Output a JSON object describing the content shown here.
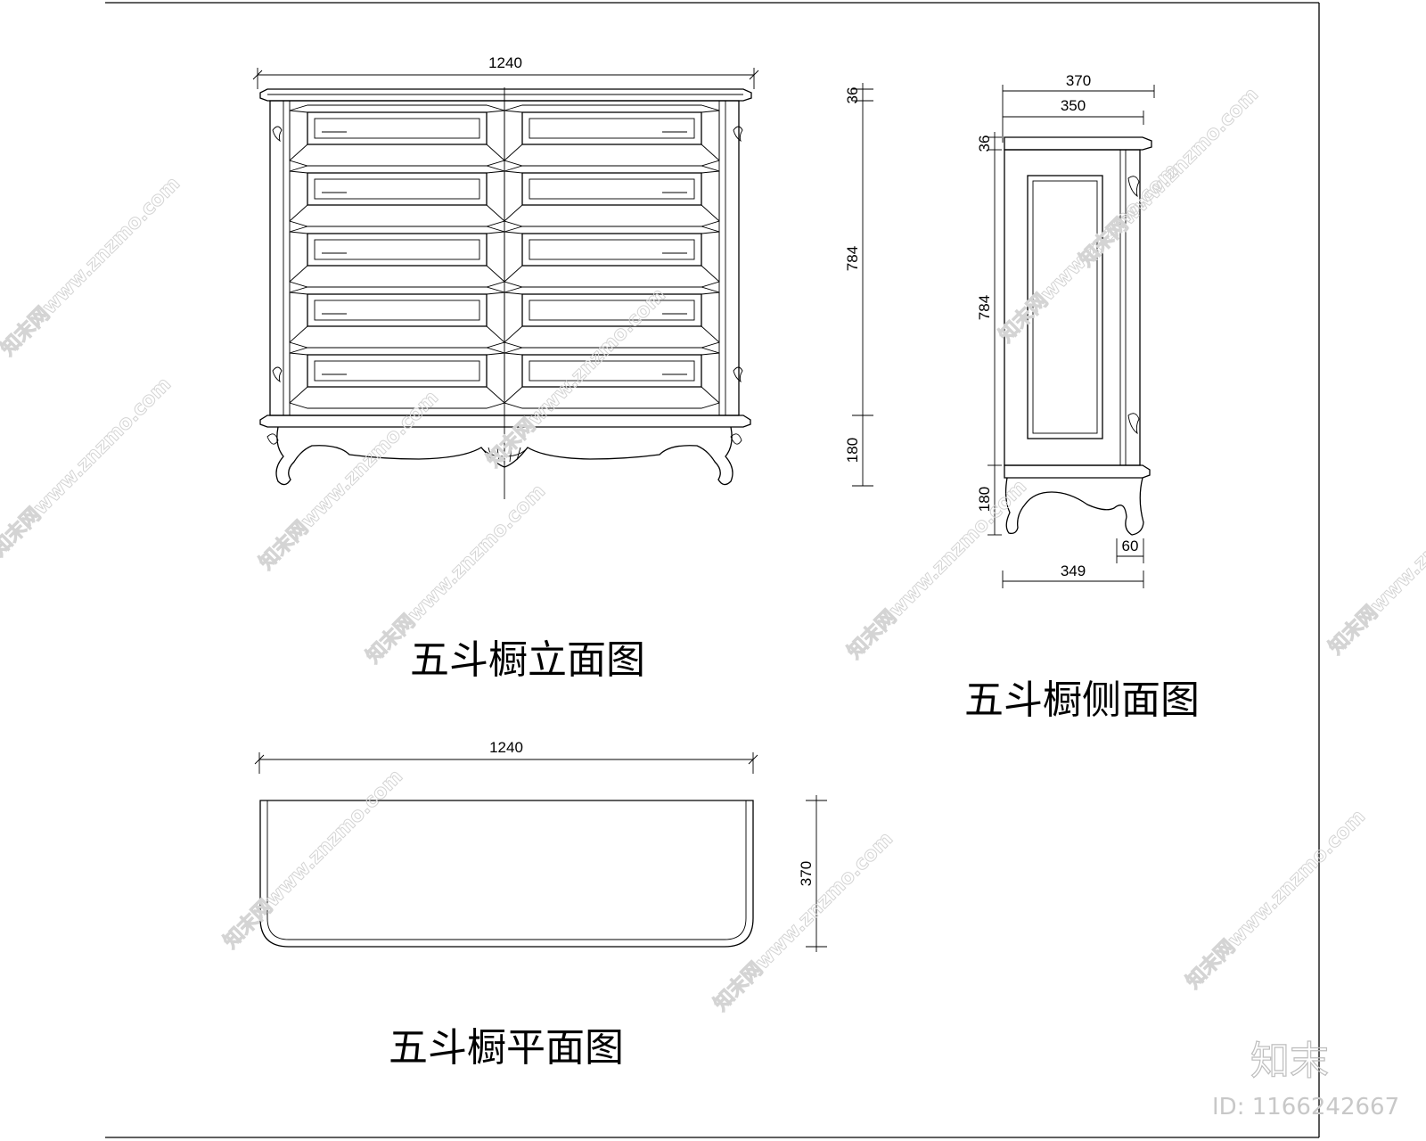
{
  "views": {
    "front": {
      "title": "五斗橱立面图",
      "dims": {
        "width": "1240",
        "top": "36",
        "body": "784",
        "base": "180"
      }
    },
    "side": {
      "title": "五斗橱侧面图",
      "dims": {
        "overall": "370",
        "inner": "350",
        "top": "36",
        "body": "784",
        "base": "180",
        "leg": "60",
        "bottom": "349"
      }
    },
    "plan": {
      "title": "五斗橱平面图",
      "dims": {
        "width": "1240",
        "depth": "370"
      }
    }
  },
  "watermark": {
    "text": "知末网www.znzmo.com"
  },
  "brand": {
    "logo": "知末",
    "id": "ID: 1166242667"
  }
}
